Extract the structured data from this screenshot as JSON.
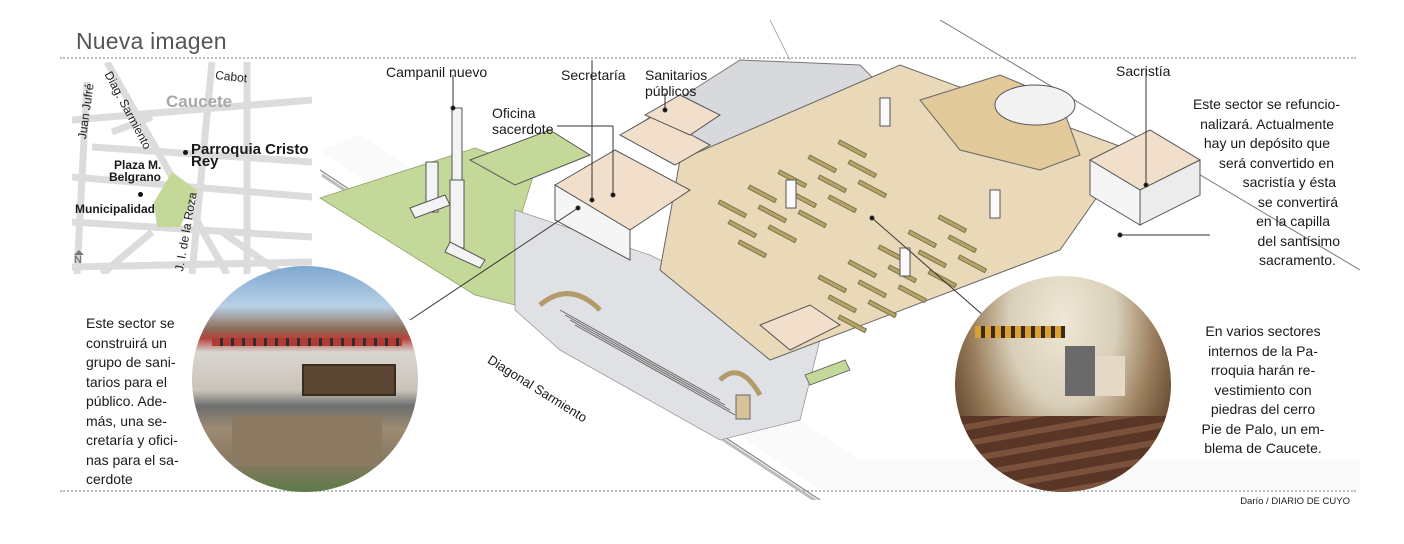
{
  "header": {
    "title": "Nueva imagen"
  },
  "map": {
    "city": "Caucete",
    "streets": {
      "juan_jufre": "Juan Jufré",
      "diag_sarmiento": "Diag. Sarmiento",
      "cabot": "Cabot",
      "jj_de_la_roza": "J. I. de la Roza"
    },
    "places": {
      "parroquia": "Parroquia Cristo Rey",
      "plaza_line1": "Plaza M.",
      "plaza_line2": "Belgrano",
      "municipalidad": "Municipalidad"
    },
    "north_label": "N"
  },
  "plan": {
    "labels": {
      "campanil": "Campanil nuevo",
      "secretaria": "Secretaría",
      "sanitarios_line1": "Sanitarios",
      "sanitarios_line2": "públicos",
      "oficina_line1": "Oficina",
      "oficina_line2": "sacerdote",
      "sacristia": "Sacristía",
      "street": "Diagonal Sarmiento"
    },
    "colors": {
      "floor": "#e9d9b8",
      "lawn": "#c4d89a",
      "roof_gray": "#d8d9dc",
      "pews": "#b3a46a",
      "wall": "#f4f4f4"
    }
  },
  "captions": {
    "left": [
      "Este sector se",
      "construirá un",
      "grupo de sani-",
      "tarios para el",
      "público. Ade-",
      "más, una se-",
      "cretaría y ofici-",
      "nas para el sa-",
      "cerdote"
    ],
    "top_right": [
      "Este sector se refuncio-",
      "nalizará. Actualmente",
      "hay un depósito que",
      "será convertido en",
      "sacristía y ésta",
      "se convertirá",
      "en la capilla",
      "del santísimo",
      "sacramento."
    ],
    "bottom_right": [
      "En varios sectores",
      "internos de la Pa-",
      "rroquia harán re-",
      "vestimiento con",
      "piedras del cerro",
      "Pie de Palo, un em-",
      "blema de Caucete."
    ]
  },
  "footer": {
    "credit": "Darío / DIARIO DE CUYO"
  }
}
